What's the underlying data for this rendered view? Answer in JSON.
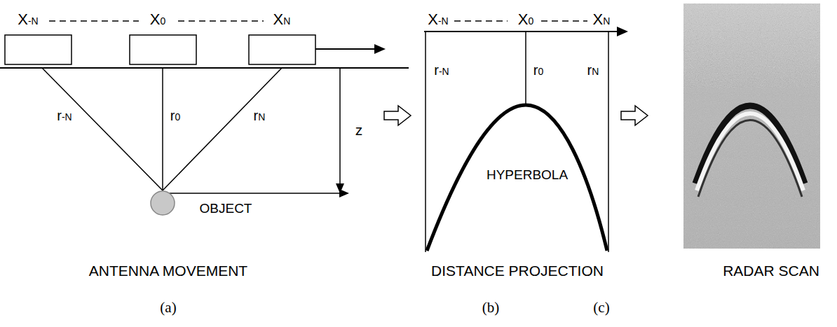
{
  "diagram": {
    "labels": [
      "X-N",
      "X0",
      "XN",
      "r-N",
      "r0",
      "rN",
      "z",
      "OBJECT",
      "X-N",
      "X0",
      "XN",
      "r-N",
      "r0",
      "rN",
      "HYPERBOLA",
      "ANTENNA MOVEMENT",
      "DISTANCE PROJECTION",
      "RADAR SCAN",
      "(a)",
      "(b)",
      "(c)"
    ]
  }
}
